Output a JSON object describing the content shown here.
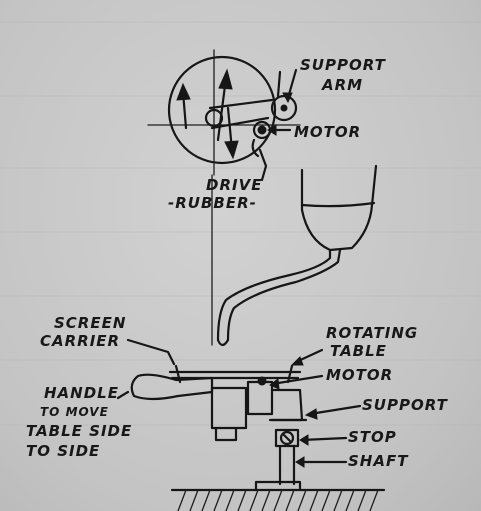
{
  "labels": {
    "support_arm_1": "SUPPORT",
    "support_arm_2": "ARM",
    "motor_top": "MOTOR",
    "drive_rubber_1": "DRIVE",
    "drive_rubber_2": "-RUBBER-",
    "screen_carrier_1": "SCREEN",
    "screen_carrier_2": "CARRIER",
    "rotating_table_1": "ROTATING",
    "rotating_table_2": "TABLE",
    "motor_bottom": "MOTOR",
    "handle_1": "HANDLE",
    "handle_2": "TO MOVE",
    "handle_3": "TABLE SIDE",
    "handle_4": "TO SIDE",
    "support": "SUPPORT",
    "stop": "STOP",
    "shaft": "SHAFT"
  }
}
